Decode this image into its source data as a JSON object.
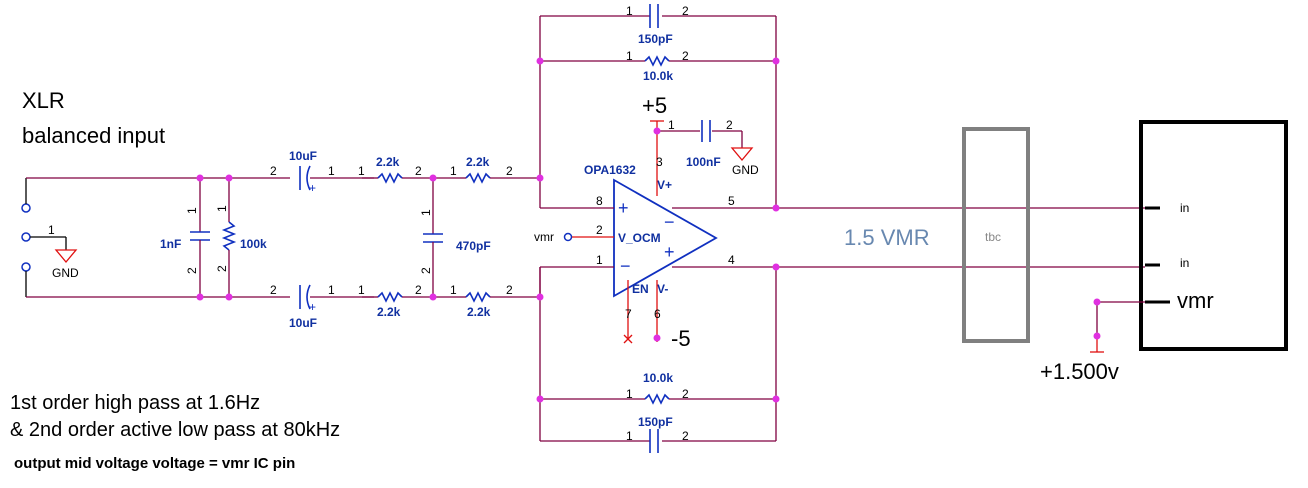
{
  "title": {
    "line1": "XLR",
    "line2": "balanced input"
  },
  "notes": {
    "line1": "1st order high pass at 1.6Hz",
    "line2": "& 2nd order active low pass at 80kHz",
    "line3": "output mid voltage voltage = vmr IC pin"
  },
  "components": {
    "cap_in_top": "10uF",
    "cap_in_bottom": "10uF",
    "res_top_1": "2.2k",
    "res_top_2": "2.2k",
    "res_bot_1": "2.2k",
    "res_bot_2": "2.2k",
    "cap_shunt": "1nF",
    "res_shunt": "100k",
    "cap_mid": "470pF",
    "fb_cap_top": "150pF",
    "fb_res_top": "10.0k",
    "fb_res_bot": "10.0k",
    "fb_cap_bot": "150pF",
    "bypass_cap": "100nF",
    "opamp": "OPA1632"
  },
  "pins": {
    "one": "1",
    "two": "2",
    "three": "3",
    "four": "4",
    "five": "5",
    "six": "6",
    "seven": "7",
    "eight": "8"
  },
  "opamp_pins": {
    "vplus": "V+",
    "vminus": "V-",
    "vocm": "V_OCM",
    "en": "EN",
    "plus": "+",
    "minus": "−"
  },
  "labels": {
    "gnd": "GND",
    "vmr": "vmr",
    "pos_rail": "+5",
    "neg_rail": "-5",
    "vmr_level": "1.5 VMR",
    "tbc": "tbc",
    "in": "in",
    "vmr_pin": "vmr",
    "ref_voltage": "+1.500v"
  },
  "colors": {
    "wire": "#800040",
    "component": "#1030c0",
    "power": "#e01010",
    "junction": "#e030e0",
    "tbc_box": "#808080"
  }
}
